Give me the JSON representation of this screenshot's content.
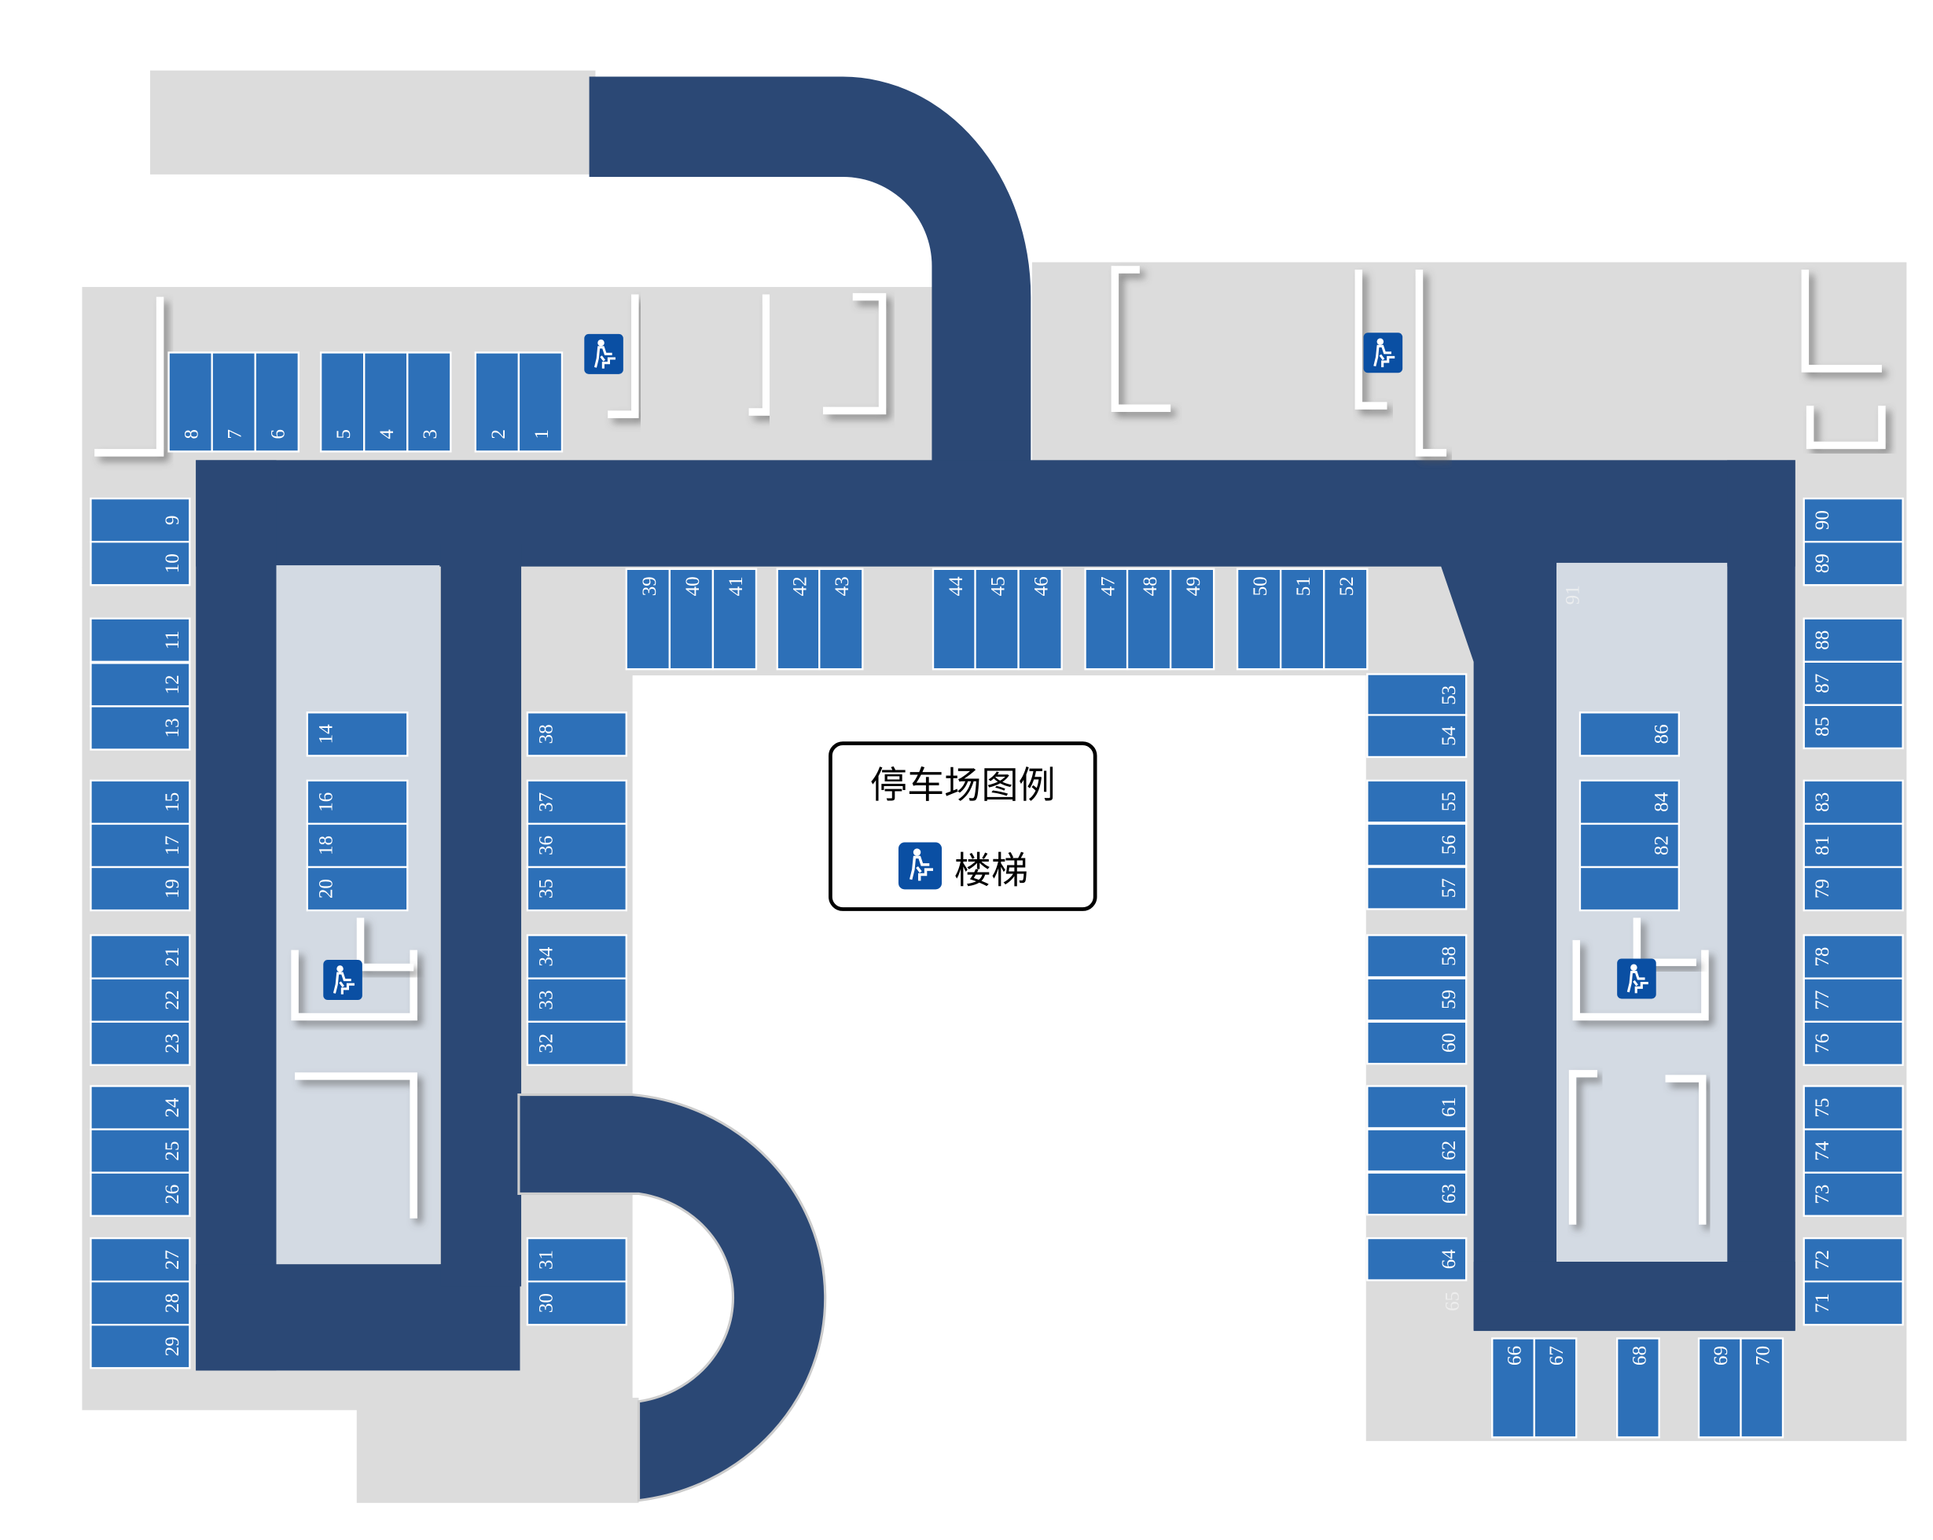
{
  "legend": {
    "title": "停车场图例",
    "items": [
      {
        "icon": "stairs-icon",
        "label": "楼梯"
      }
    ]
  },
  "colors": {
    "road": "#2b4875",
    "spot": "#2d70b8",
    "floor": "#dcdcdc",
    "island": "#d3dae3",
    "stairs": "#0a4fa3"
  },
  "spots": [
    "8",
    "7",
    "6",
    "5",
    "4",
    "3",
    "2",
    "1",
    "9",
    "10",
    "11",
    "12",
    "13",
    "15",
    "17",
    "19",
    "21",
    "22",
    "23",
    "24",
    "25",
    "26",
    "27",
    "28",
    "29",
    "14",
    "16",
    "18",
    "20",
    "38",
    "37",
    "36",
    "35",
    "34",
    "33",
    "32",
    "31",
    "30",
    "39",
    "40",
    "41",
    "42",
    "43",
    "44",
    "45",
    "46",
    "47",
    "48",
    "49",
    "50",
    "51",
    "52",
    "53",
    "54",
    "55",
    "56",
    "57",
    "58",
    "59",
    "60",
    "61",
    "62",
    "63",
    "64",
    "86",
    "84",
    "82",
    "",
    "90",
    "89",
    "88",
    "87",
    "85",
    "83",
    "81",
    "79",
    "78",
    "77",
    "76",
    "75",
    "74",
    "73",
    "72",
    "71",
    "66",
    "67",
    "68",
    "69",
    "70"
  ],
  "faded_labels": [
    "65",
    "91"
  ]
}
